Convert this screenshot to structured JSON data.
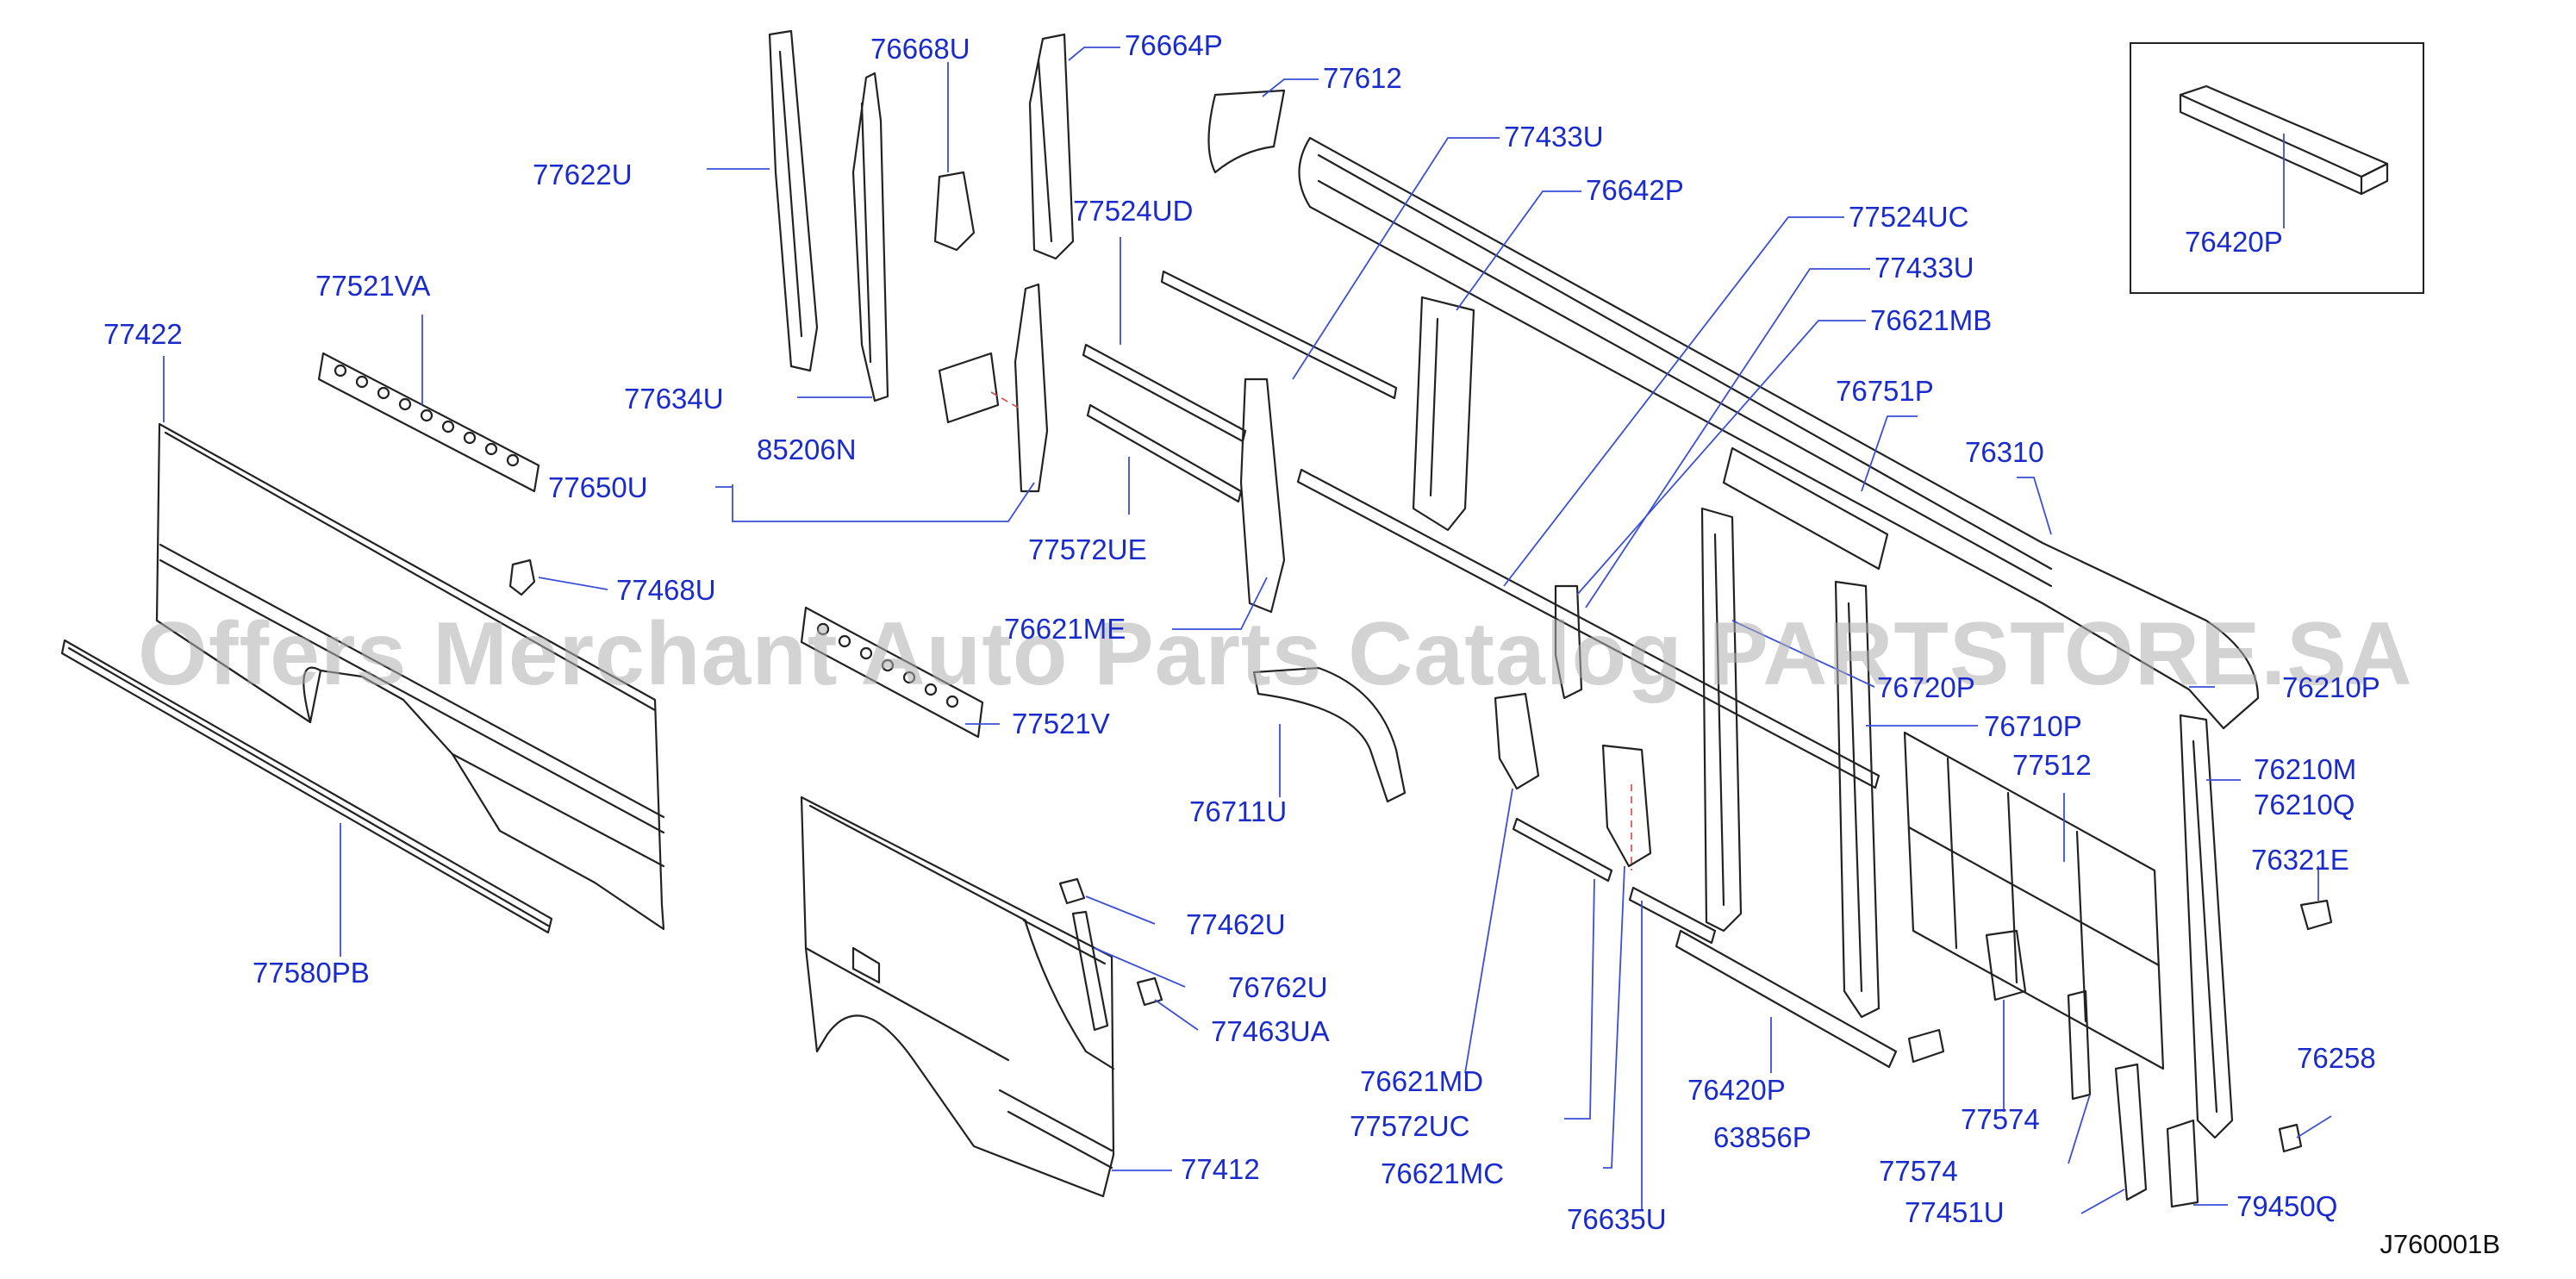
{
  "diagram": {
    "drawing_code": "J760001B",
    "watermark": "Offers Merchant Auto Parts Catalog PARTSTORE.SA",
    "accent_color": "#1a2bcc",
    "leader_color": "#3a4fd8",
    "callouts": {
      "c76668U": "76668U",
      "c76664P": "76664P",
      "c77612": "77612",
      "c77622U": "77622U",
      "c77433U_top": "77433U",
      "c76642P": "76642P",
      "c77524UD": "77524UD",
      "c77524UC": "77524UC",
      "c77433U_mid": "77433U",
      "c77521VA": "77521VA",
      "c77422": "77422",
      "c76621MB": "76621MB",
      "c77634U": "77634U",
      "c76751P": "76751P",
      "c85206N": "85206N",
      "c76310": "76310",
      "c77650U": "77650U",
      "c77572UE": "77572UE",
      "c77468U": "77468U",
      "c76621ME": "76621ME",
      "c76720P": "76720P",
      "c76210P": "76210P",
      "c77521V": "77521V",
      "c76710P": "76710P",
      "c77512": "77512",
      "c76711U": "76711U",
      "c76210M": "76210M",
      "c76210Q": "76210Q",
      "c76321E": "76321E",
      "c77462U": "77462U",
      "c77580PB": "77580PB",
      "c76762U": "76762U",
      "c77463UA": "77463UA",
      "c76258": "76258",
      "c76621MD": "76621MD",
      "c76420P_main": "76420P",
      "c77574_a": "77574",
      "c77572UC": "77572UC",
      "c63856P": "63856P",
      "c77412": "77412",
      "c77574_b": "77574",
      "c76621MC": "76621MC",
      "c77451U": "77451U",
      "c79450Q": "79450Q",
      "c76635U": "76635U",
      "c76420P_inset": "76420P"
    }
  }
}
